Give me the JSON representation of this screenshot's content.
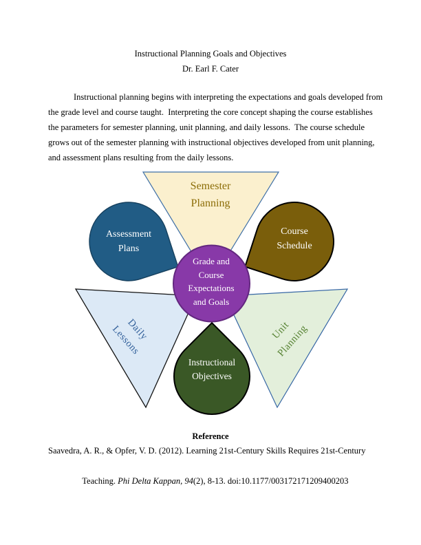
{
  "document": {
    "title": "Instructional Planning Goals and Objectives",
    "author": "Dr. Earl F. Cater",
    "paragraph_lines": [
      "Instructional planning begins with interpreting the expectations and goals developed from",
      "the grade level and course taught.  Interpreting the core concept shaping the course establishes",
      "the parameters for semester planning, unit planning, and daily lessons.  The course schedule",
      "grows out of the semester planning with instructional objectives developed from unit planning,",
      "and assessment plans resulting from the daily lessons."
    ],
    "reference": {
      "heading": "Reference",
      "line1": "Saavedra, A. R., & Opfer, V. D. (2012). Learning 21st-Century Skills Requires 21st-Century",
      "line2_prefix": "Teaching. ",
      "line2_journal": "Phi Delta Kappan",
      "line2_sep": ", ",
      "line2_volume": "94",
      "line2_suffix": "(2), 8-13. doi:10.1177/003172171209400203"
    }
  },
  "diagram": {
    "center": {
      "lines": [
        "Grade and",
        "Course",
        "Expectations",
        "and Goals"
      ],
      "fill": "#8839A8",
      "border": "#63277F",
      "text_color": "#FFFFFF"
    },
    "petals": {
      "semester": {
        "lines": [
          "Semester",
          "Planning"
        ],
        "fill": "#FBF0CE",
        "border": "#3E6FA6",
        "text_color": "#8C6D07"
      },
      "assessment": {
        "lines": [
          "Assessment",
          "Plans"
        ],
        "fill": "#215C85",
        "border": "#16405E",
        "text_color": "#FFFFFF"
      },
      "course": {
        "lines": [
          "Course",
          "Schedule"
        ],
        "fill": "#7A5E0B",
        "border": "#000000",
        "text_color": "#FFFFFF"
      },
      "daily": {
        "lines": [
          "Daily",
          "Lessons"
        ],
        "fill": "#DCE9F6",
        "border": "#111111",
        "text_color": "#33619B"
      },
      "unit": {
        "lines": [
          "Unit",
          "Planning"
        ],
        "fill": "#E3EFDB",
        "border": "#3465A4",
        "text_color": "#568232"
      },
      "instructional": {
        "lines": [
          "Instructional",
          "Objectives"
        ],
        "fill": "#3A5826",
        "border": "#000000",
        "text_color": "#FFFFFF"
      }
    }
  }
}
